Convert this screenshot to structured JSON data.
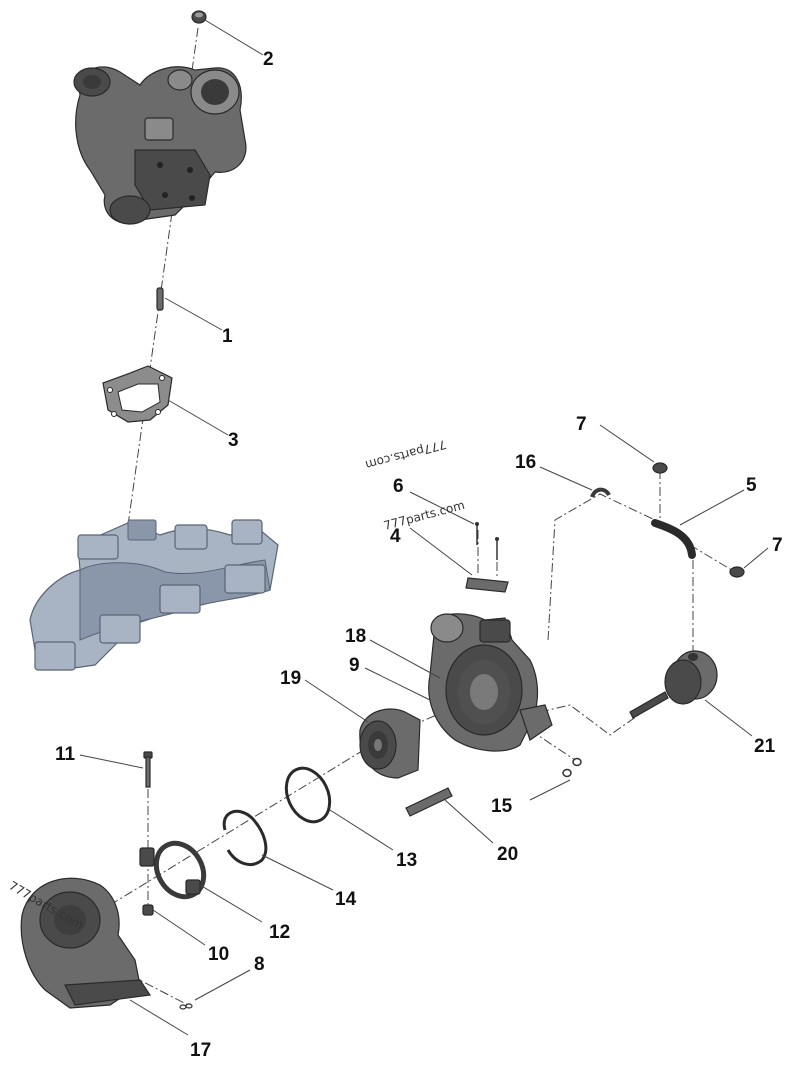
{
  "callouts": [
    {
      "id": "c1",
      "num": "1"
    },
    {
      "id": "c2",
      "num": "2"
    },
    {
      "id": "c3",
      "num": "3"
    },
    {
      "id": "c4",
      "num": "4"
    },
    {
      "id": "c5",
      "num": "5"
    },
    {
      "id": "c6",
      "num": "6"
    },
    {
      "id": "c7a",
      "num": "7"
    },
    {
      "id": "c7b",
      "num": "7"
    },
    {
      "id": "c8",
      "num": "8"
    },
    {
      "id": "c9",
      "num": "9"
    },
    {
      "id": "c10",
      "num": "10"
    },
    {
      "id": "c11",
      "num": "11"
    },
    {
      "id": "c12",
      "num": "12"
    },
    {
      "id": "c13",
      "num": "13"
    },
    {
      "id": "c14",
      "num": "14"
    },
    {
      "id": "c15",
      "num": "15"
    },
    {
      "id": "c16",
      "num": "16"
    },
    {
      "id": "c17",
      "num": "17"
    },
    {
      "id": "c18",
      "num": "18"
    },
    {
      "id": "c19",
      "num": "19"
    },
    {
      "id": "c20",
      "num": "20"
    },
    {
      "id": "c21",
      "num": "21"
    }
  ],
  "watermarks": [
    "777parts.com",
    "777parts.com",
    "777parts.com"
  ],
  "colors": {
    "metal": "#6b6b6b",
    "manifold": "#a8b4c4",
    "text": "#111111"
  }
}
